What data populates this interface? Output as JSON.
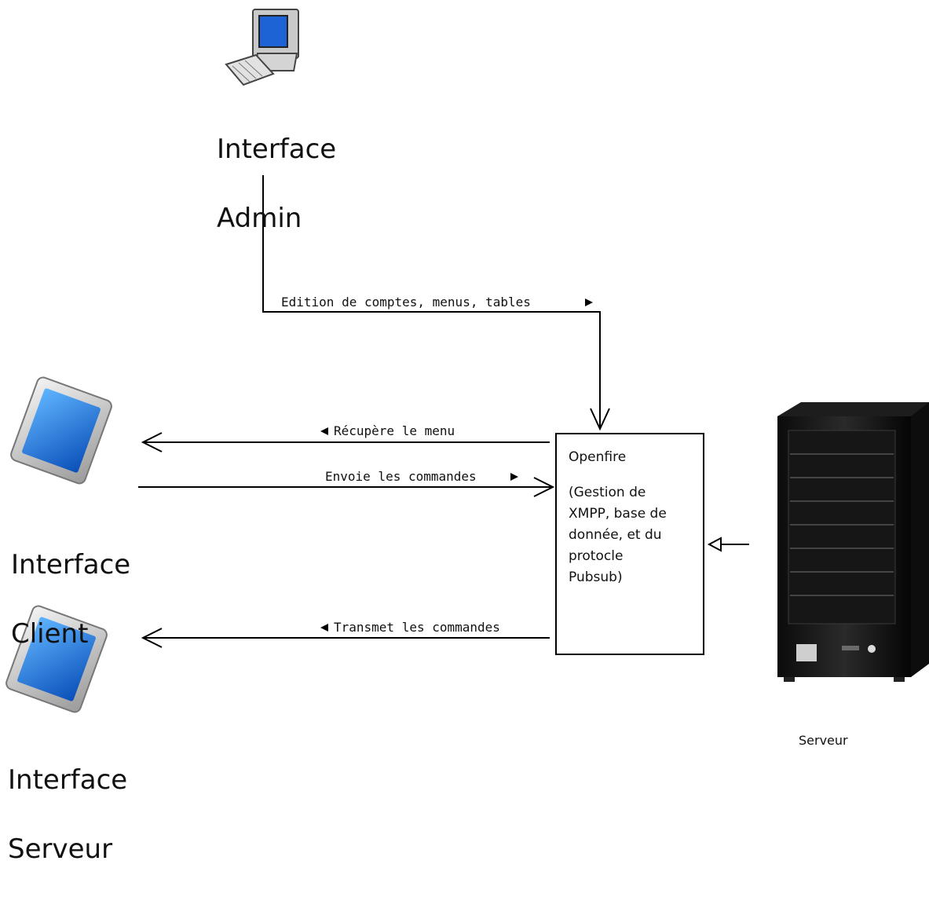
{
  "nodes": {
    "admin": {
      "label_line1": "Interface",
      "label_line2": "Admin"
    },
    "client": {
      "label_line1": "Interface",
      "label_line2": "Client"
    },
    "serveur_iface": {
      "label_line1": "Interface",
      "label_line2": "Serveur"
    },
    "openfire": {
      "title": "Openfire",
      "desc_lines": [
        "(Gestion de",
        "XMPP, base de",
        "donnée, et du",
        "protocle",
        "Pubsub)"
      ]
    },
    "server_machine": {
      "caption": "Serveur"
    }
  },
  "edges": {
    "admin_to_openfire": "Edition de comptes, menus, tables",
    "openfire_to_client_menu": "Récupère le menu",
    "client_to_openfire": "Envoie les commandes",
    "openfire_to_serveur": "Transmet les commandes"
  }
}
